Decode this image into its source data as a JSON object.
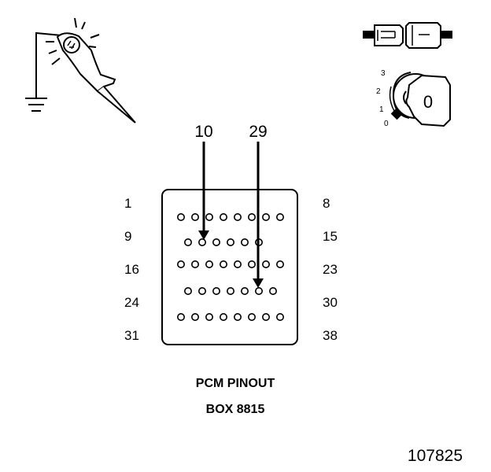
{
  "callouts": {
    "pin_a": "10",
    "pin_b": "29"
  },
  "row_labels": {
    "left": [
      "1",
      "9",
      "16",
      "24",
      "31"
    ],
    "right": [
      "8",
      "15",
      "23",
      "30",
      "38"
    ]
  },
  "connector": {
    "rows": [
      8,
      7,
      8,
      7,
      8
    ],
    "missing": [
      {
        "row": 1,
        "index": 6
      }
    ],
    "highlighted": [
      {
        "row": 1,
        "index": 1
      },
      {
        "row": 3,
        "index": 5
      }
    ]
  },
  "title_line1": "PCM PINOUT",
  "title_line2": "BOX 8815",
  "figure_number": "107825",
  "ignition_key": {
    "positions": [
      "3",
      "2",
      "1",
      "0"
    ],
    "key_label": "0"
  },
  "icons": {
    "probe": "test-light-probe-icon",
    "connector": "disconnected-connector-icon",
    "key": "ignition-key-icon"
  }
}
